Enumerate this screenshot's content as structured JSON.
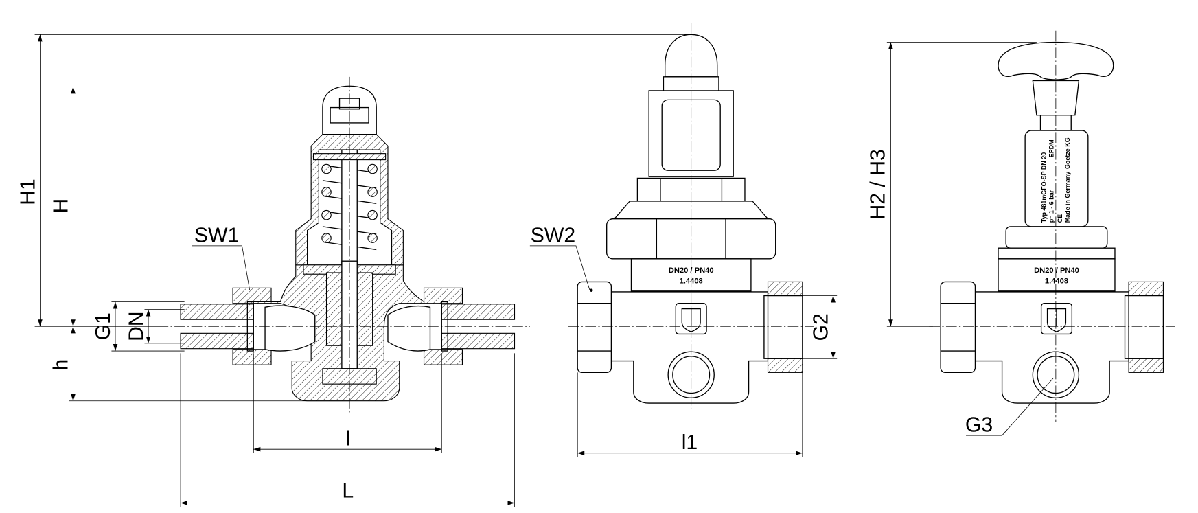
{
  "dimensions": {
    "H1": "H1",
    "H": "H",
    "h": "h",
    "SW1": "SW1",
    "G1": "G1",
    "DN": "DN",
    "l": "l",
    "L": "L",
    "SW2": "SW2",
    "G2": "G2",
    "l1": "l1",
    "H2_H3": "H2 / H3",
    "G3": "G3"
  },
  "middle_valve": {
    "marking_line1": "DN20 / PN40",
    "marking_line2": "1.4408"
  },
  "right_valve": {
    "marking_line1": "DN20 / PN40",
    "marking_line2": "1.4408",
    "label": {
      "type": "Typ 481mGFO-SP DN 20",
      "pressure": "p= 1 - 6 bar",
      "seal": "EPDM",
      "ce": "CE",
      "origin": "Made in Germany",
      "maker": "Goetze KG"
    }
  }
}
